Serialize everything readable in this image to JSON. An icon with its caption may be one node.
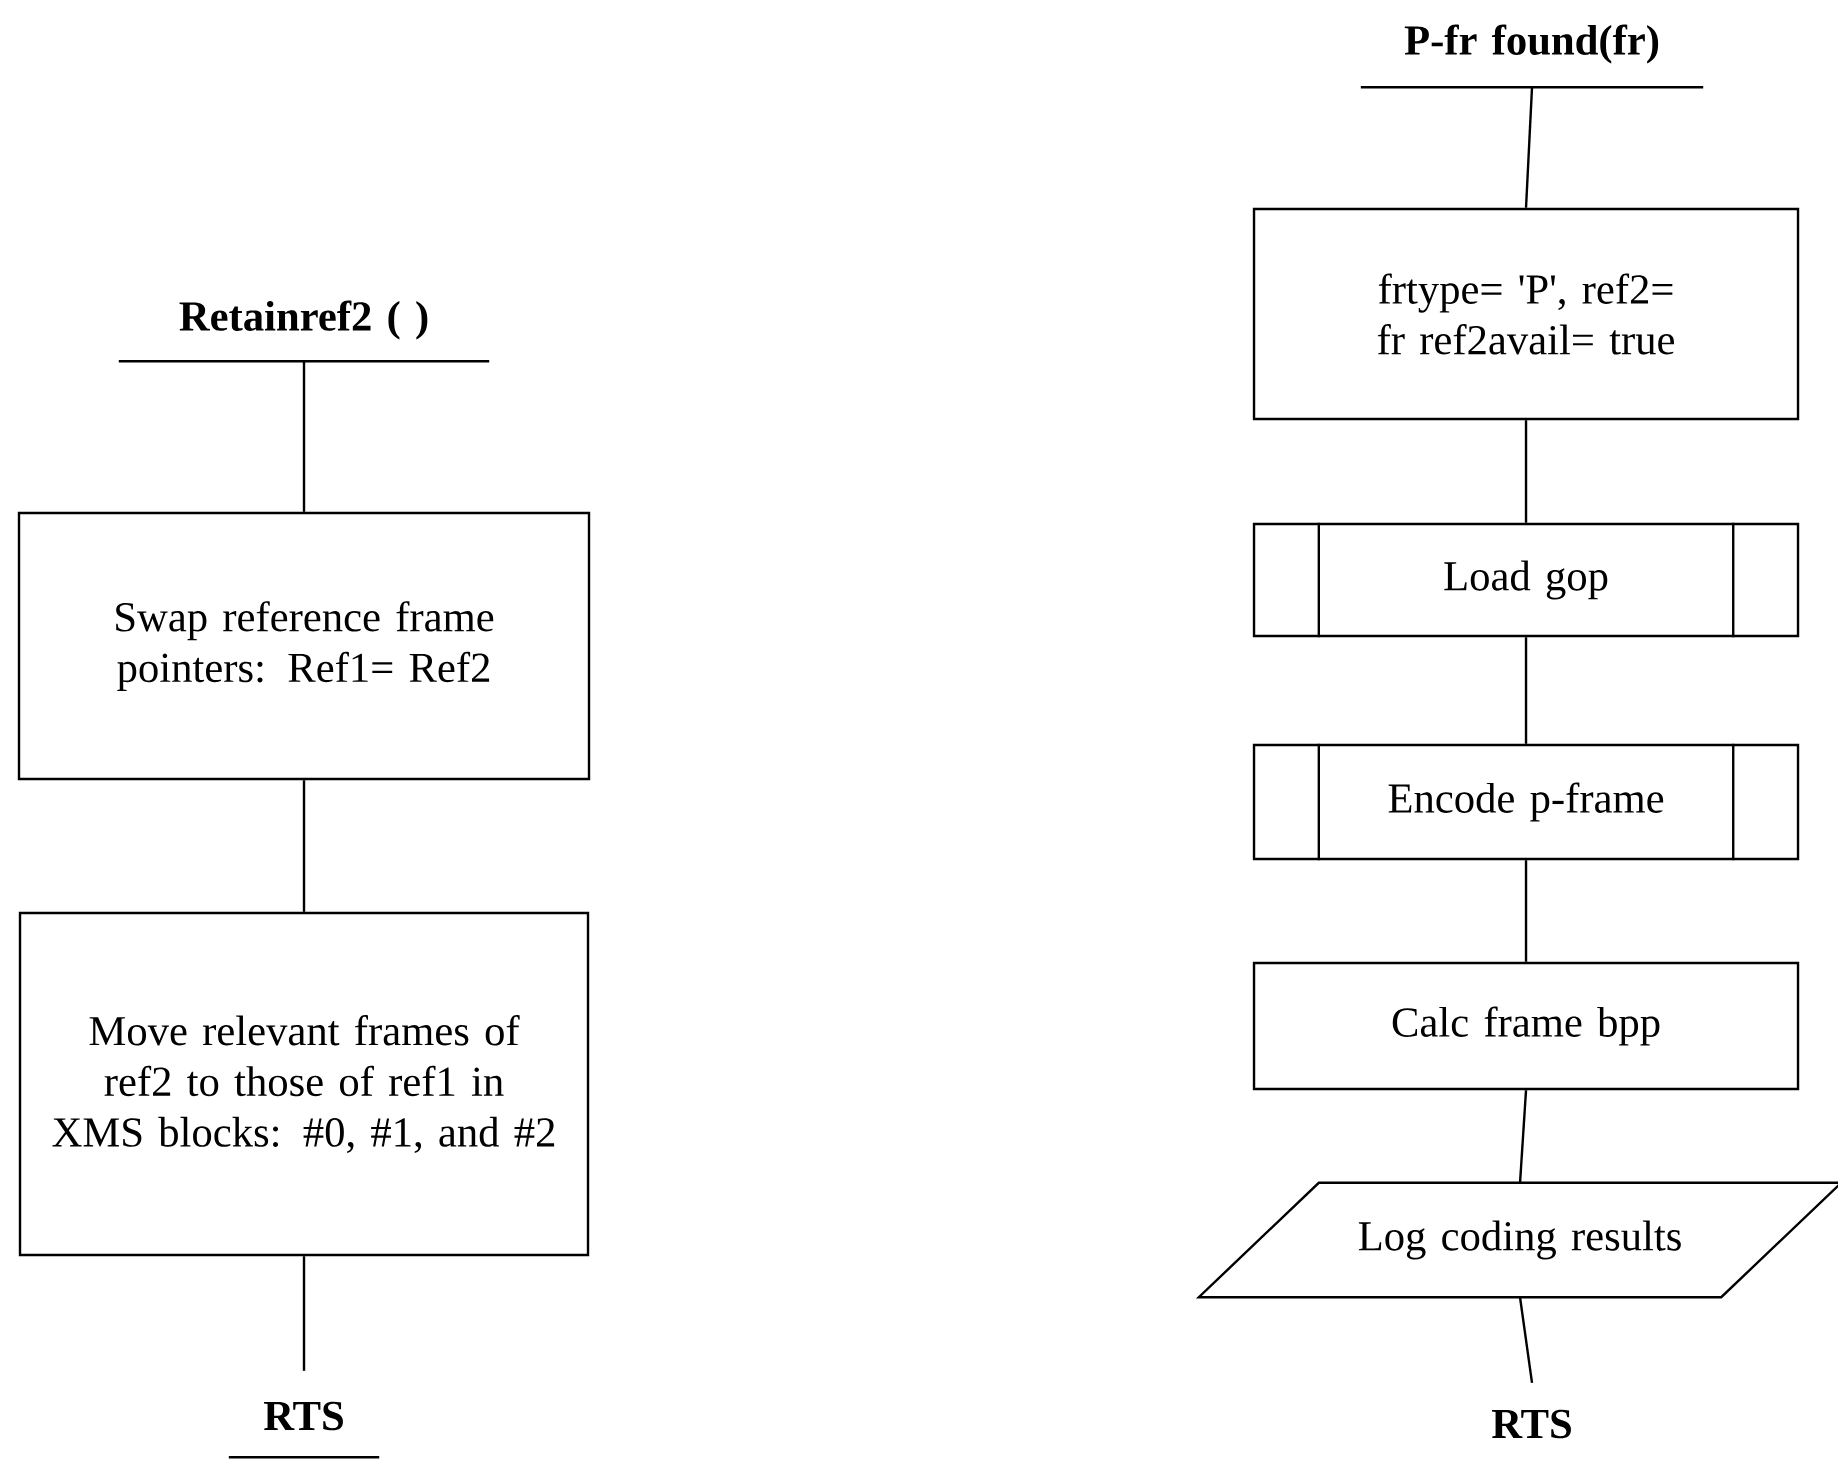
{
  "diagram": {
    "nodes": [
      {
        "text": [
          "Retainref2 ( )"
        ]
      },
      {
        "text": [
          "Swap reference frame pointers: Ref1= Ref2"
        ]
      },
      {
        "text": [
          "Move relevant frames of ref2 to those of ref1 in XMS blocks: #0, #1, and #2"
        ]
      },
      {
        "text": [
          "RTS"
        ]
      },
      {
        "text": [
          "P-fr found(fr)"
        ]
      },
      {
        "text": [
          "frtype= 'P', ref2= fr ref2avail= true"
        ]
      },
      {
        "text": [
          "Load gop"
        ]
      },
      {
        "text": [
          "Encode p-frame"
        ]
      },
      {
        "text": [
          "Calc frame bpp"
        ]
      },
      {
        "text": [
          "Log coding results"
        ]
      },
      {
        "text": [
          "RTS"
        ]
      }
    ],
    "edges": [
      {
        "from": 0,
        "to": 1,
        "arrow": "none"
      },
      {
        "from": 1,
        "to": 2,
        "arrow": "none"
      },
      {
        "from": 2,
        "to": 3,
        "arrow": "none"
      },
      {
        "from": 4,
        "to": 5,
        "arrow": "none"
      },
      {
        "from": 5,
        "to": 6,
        "arrow": "none"
      },
      {
        "from": 6,
        "to": 7,
        "arrow": "none"
      },
      {
        "from": 7,
        "to": 8,
        "arrow": "none"
      },
      {
        "from": 8,
        "to": 9,
        "arrow": "none"
      },
      {
        "from": 9,
        "to": 10,
        "arrow": "none"
      }
    ]
  }
}
